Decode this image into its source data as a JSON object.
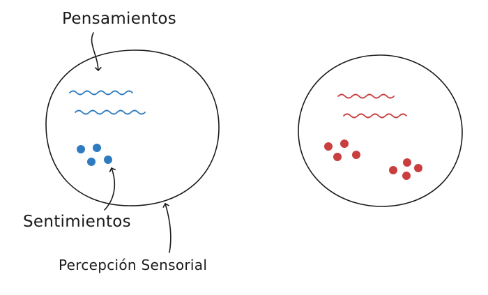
{
  "labels": {
    "thoughts": "Pensamientos",
    "feelings": "Sentimientos",
    "sensory_perception": "Percepción Sensorial"
  },
  "colors": {
    "ink": "#1a1a1a",
    "left_mind": "#2f7bbf",
    "right_mind": "#c93f3f",
    "background": "#ffffff"
  },
  "minds": [
    {
      "side": "left",
      "color_key": "left_mind",
      "thought_count": 2,
      "feeling_dot_count": 4
    },
    {
      "side": "right",
      "color_key": "right_mind",
      "thought_count": 2,
      "feeling_dot_count": 8
    }
  ]
}
